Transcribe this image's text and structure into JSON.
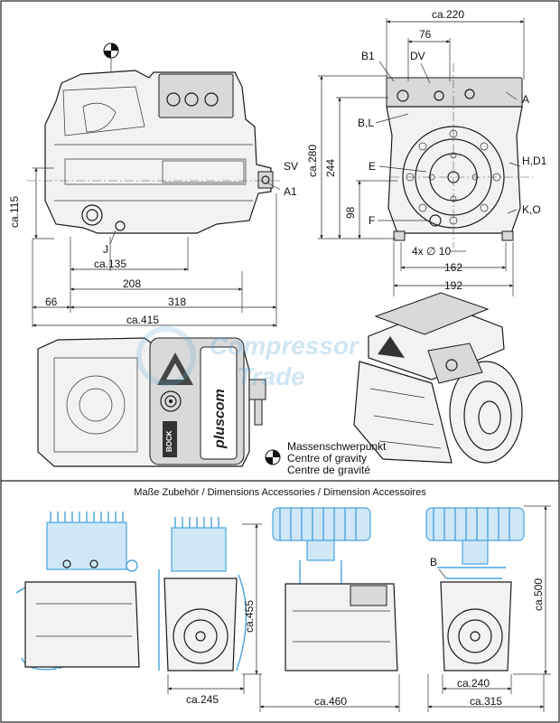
{
  "top_left_dims": {
    "h115": "ca.115",
    "d135": "ca.135",
    "d208": "208",
    "d66": "66",
    "d318": "318",
    "d415": "ca.415"
  },
  "top_left_labels": {
    "sv": "SV",
    "a1": "A1",
    "j": "J"
  },
  "top_right_dims": {
    "w220": "ca.220",
    "w76": "76",
    "h280": "ca.280",
    "h244": "244",
    "h98": "98",
    "holes": "4x ∅ 10",
    "w162": "162",
    "w192": "192"
  },
  "top_right_labels": {
    "b1": "B1",
    "dv": "DV",
    "a": "A",
    "bl": "B,L",
    "e": "E",
    "hd1": "H,D1",
    "ko": "K,O",
    "f": "F"
  },
  "brand": {
    "name": "pluscom",
    "maker": "BOCK",
    "watermark_line1": "Compressor",
    "watermark_line2": "Trade"
  },
  "cog_legend": {
    "de": "Massenschwerpunkt",
    "en": "Centre of gravity",
    "fr": "Centre de gravité"
  },
  "accessories": {
    "title": "Maße Zubehör / Dimensions Accessories / Dimension Accessoires",
    "d245": "ca.245",
    "d455": "ca.455",
    "d460": "ca.460",
    "d240": "ca.240",
    "d315": "ca.315",
    "d500": "ca.500",
    "b": "B"
  },
  "colors": {
    "accessory_blue": "#4aa3df",
    "line_dark": "#1a1a1a"
  }
}
